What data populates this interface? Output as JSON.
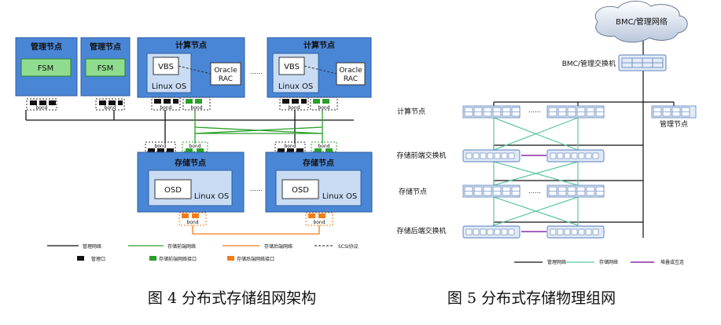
{
  "figure4": {
    "caption": "图 4  分布式存储组网架构",
    "mgmt_nodes": [
      {
        "title": "管理节点",
        "component": "FSM",
        "port_label": "bond"
      },
      {
        "title": "管理节点",
        "component": "FSM",
        "port_label": "bond"
      }
    ],
    "compute_nodes": [
      {
        "title": "计算节点",
        "vbs": "VBS",
        "os": "Linux OS",
        "oracle1": "Oracle",
        "oracle2": "RAC",
        "port_label": "bond"
      },
      {
        "title": "计算节点",
        "vbs": "VBS",
        "os": "Linux OS",
        "oracle1": "Oracle",
        "oracle2": "RAC",
        "port_label": "bond"
      }
    ],
    "storage_nodes": [
      {
        "title": "存储节点",
        "osd": "OSD",
        "os": "Linux OS",
        "port_label": "bond"
      },
      {
        "title": "存储节点",
        "osd": "OSD",
        "os": "Linux OS",
        "port_label": "bond"
      }
    ],
    "ellipsis": "……",
    "legend": {
      "mgmt_net": "管理网络",
      "front_net": "存储前端网络",
      "back_net": "存储后端网络",
      "scsi": "SCSI协议",
      "mgmt_port": "管理口",
      "front_port": "存储前端网络接口",
      "back_port": "存储后端网络接口"
    }
  },
  "figure5": {
    "caption": "图 5  分布式存储物理组网",
    "cloud": "BMC/管理网络",
    "bmc_switch": "BMC/管理交换机",
    "compute": "计算节点",
    "mgmt_node": "管理节点",
    "front_switch": "存储前端交换机",
    "storage": "存储节点",
    "back_switch": "存储后端交换机",
    "ellipsis": "……",
    "legend": {
      "mgmt_net": "管理网络",
      "storage_net": "存储网络",
      "stack": "堆叠或互连"
    }
  },
  "colors": {
    "node_blue": "#4a86d6",
    "inner_blue": "#c9dcf4",
    "fsm_green": "#8fdc8f",
    "front_green": "#2aa02a",
    "back_orange": "#f07d1a",
    "stack_purple": "#8a2aa8",
    "net_green": "#5cc6a0"
  }
}
